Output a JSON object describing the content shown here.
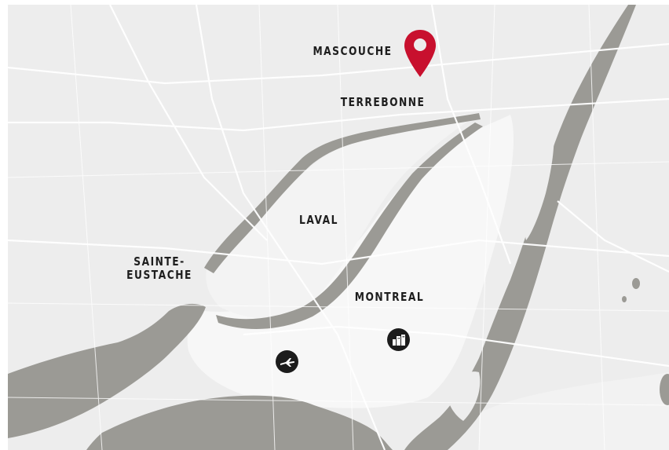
{
  "map": {
    "labels": {
      "mascouche": "MASCOUCHE",
      "terrebonne": "TERREBONNE",
      "laval": "LAVAL",
      "montreal": "MONTREAL",
      "sainte_eustache": "SAINTE-\nEUSTACHE"
    },
    "markers": {
      "location_pin": "map-pin-icon",
      "airport": "airplane-icon",
      "downtown": "city-buildings-icon"
    },
    "colors": {
      "land": "#ededed",
      "island": "#f7f7f7",
      "water": "#9b9a95",
      "roads": "#ffffff",
      "pin": "#c8102e",
      "poi": "#1c1c1c"
    }
  }
}
